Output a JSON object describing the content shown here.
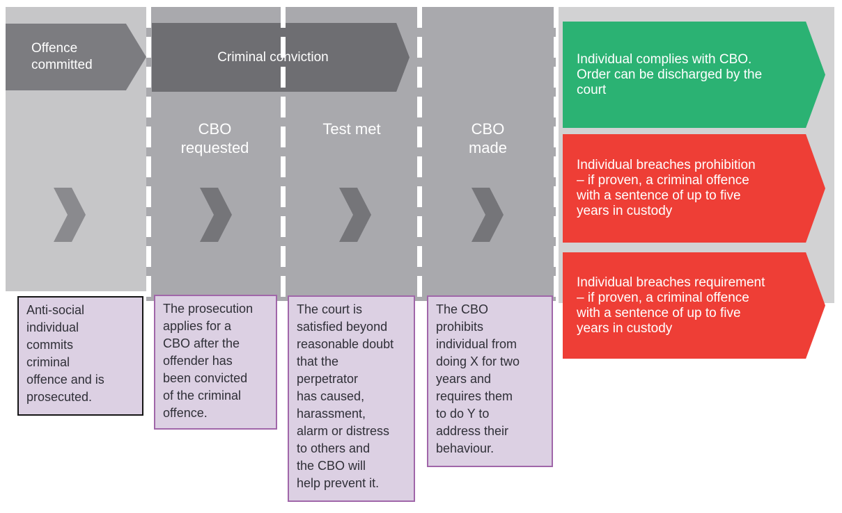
{
  "diagram": {
    "stages": {
      "offence_arrow": "Offence\ncommitted",
      "conviction_arrow": "Criminal conviction",
      "labels": {
        "cbo_requested": "CBO\nrequested",
        "test_met": "Test met",
        "cbo_made": "CBO\nmade"
      }
    },
    "notes": {
      "offence": "Anti-social\nindividual\ncommits\ncriminal\noffence and is\nprosecuted.",
      "cbo_requested": "The prosecution\napplies for a\nCBO after the\noffender has\nbeen convicted\nof the criminal\noffence.",
      "test_met": "The court is\nsatisfied beyond\nreasonable doubt\nthat the\nperpetrator\nhas caused,\nharassment,\nalarm or distress\nto others and\nthe CBO will\nhelp prevent it.",
      "cbo_made": "The CBO\nprohibits\nindividual from\ndoing X for two\nyears and\nrequires them\nto do Y to\naddress their\nbehaviour."
    },
    "outcomes": {
      "complies": "Individual complies with CBO.\nOrder can be discharged by the\ncourt",
      "breach_prohibition": "Individual breaches prohibition\n– if proven, a criminal offence\nwith a sentence of up to five\nyears in custody",
      "breach_requirement": "Individual breaches requirement\n– if proven, a criminal offence\nwith a sentence of up to five\nyears in custody"
    },
    "icons": {
      "stage_advance": "chevron-right-icon"
    },
    "colors": {
      "lane_light_gray": "#c6c6c8",
      "lane_mid_gray": "#a9a9ad",
      "outcome_panel_gray": "#d2d2d3",
      "stage_arrow_gray": "#7c7c80",
      "conviction_arrow_gray": "#6e6e72",
      "chevron_gray": "#757579",
      "success_green": "#2bb273",
      "breach_red": "#ee3e36",
      "note_background": "#dcd0e3",
      "note_border_purple": "#a066a9",
      "note_border_black": "#141414"
    }
  }
}
